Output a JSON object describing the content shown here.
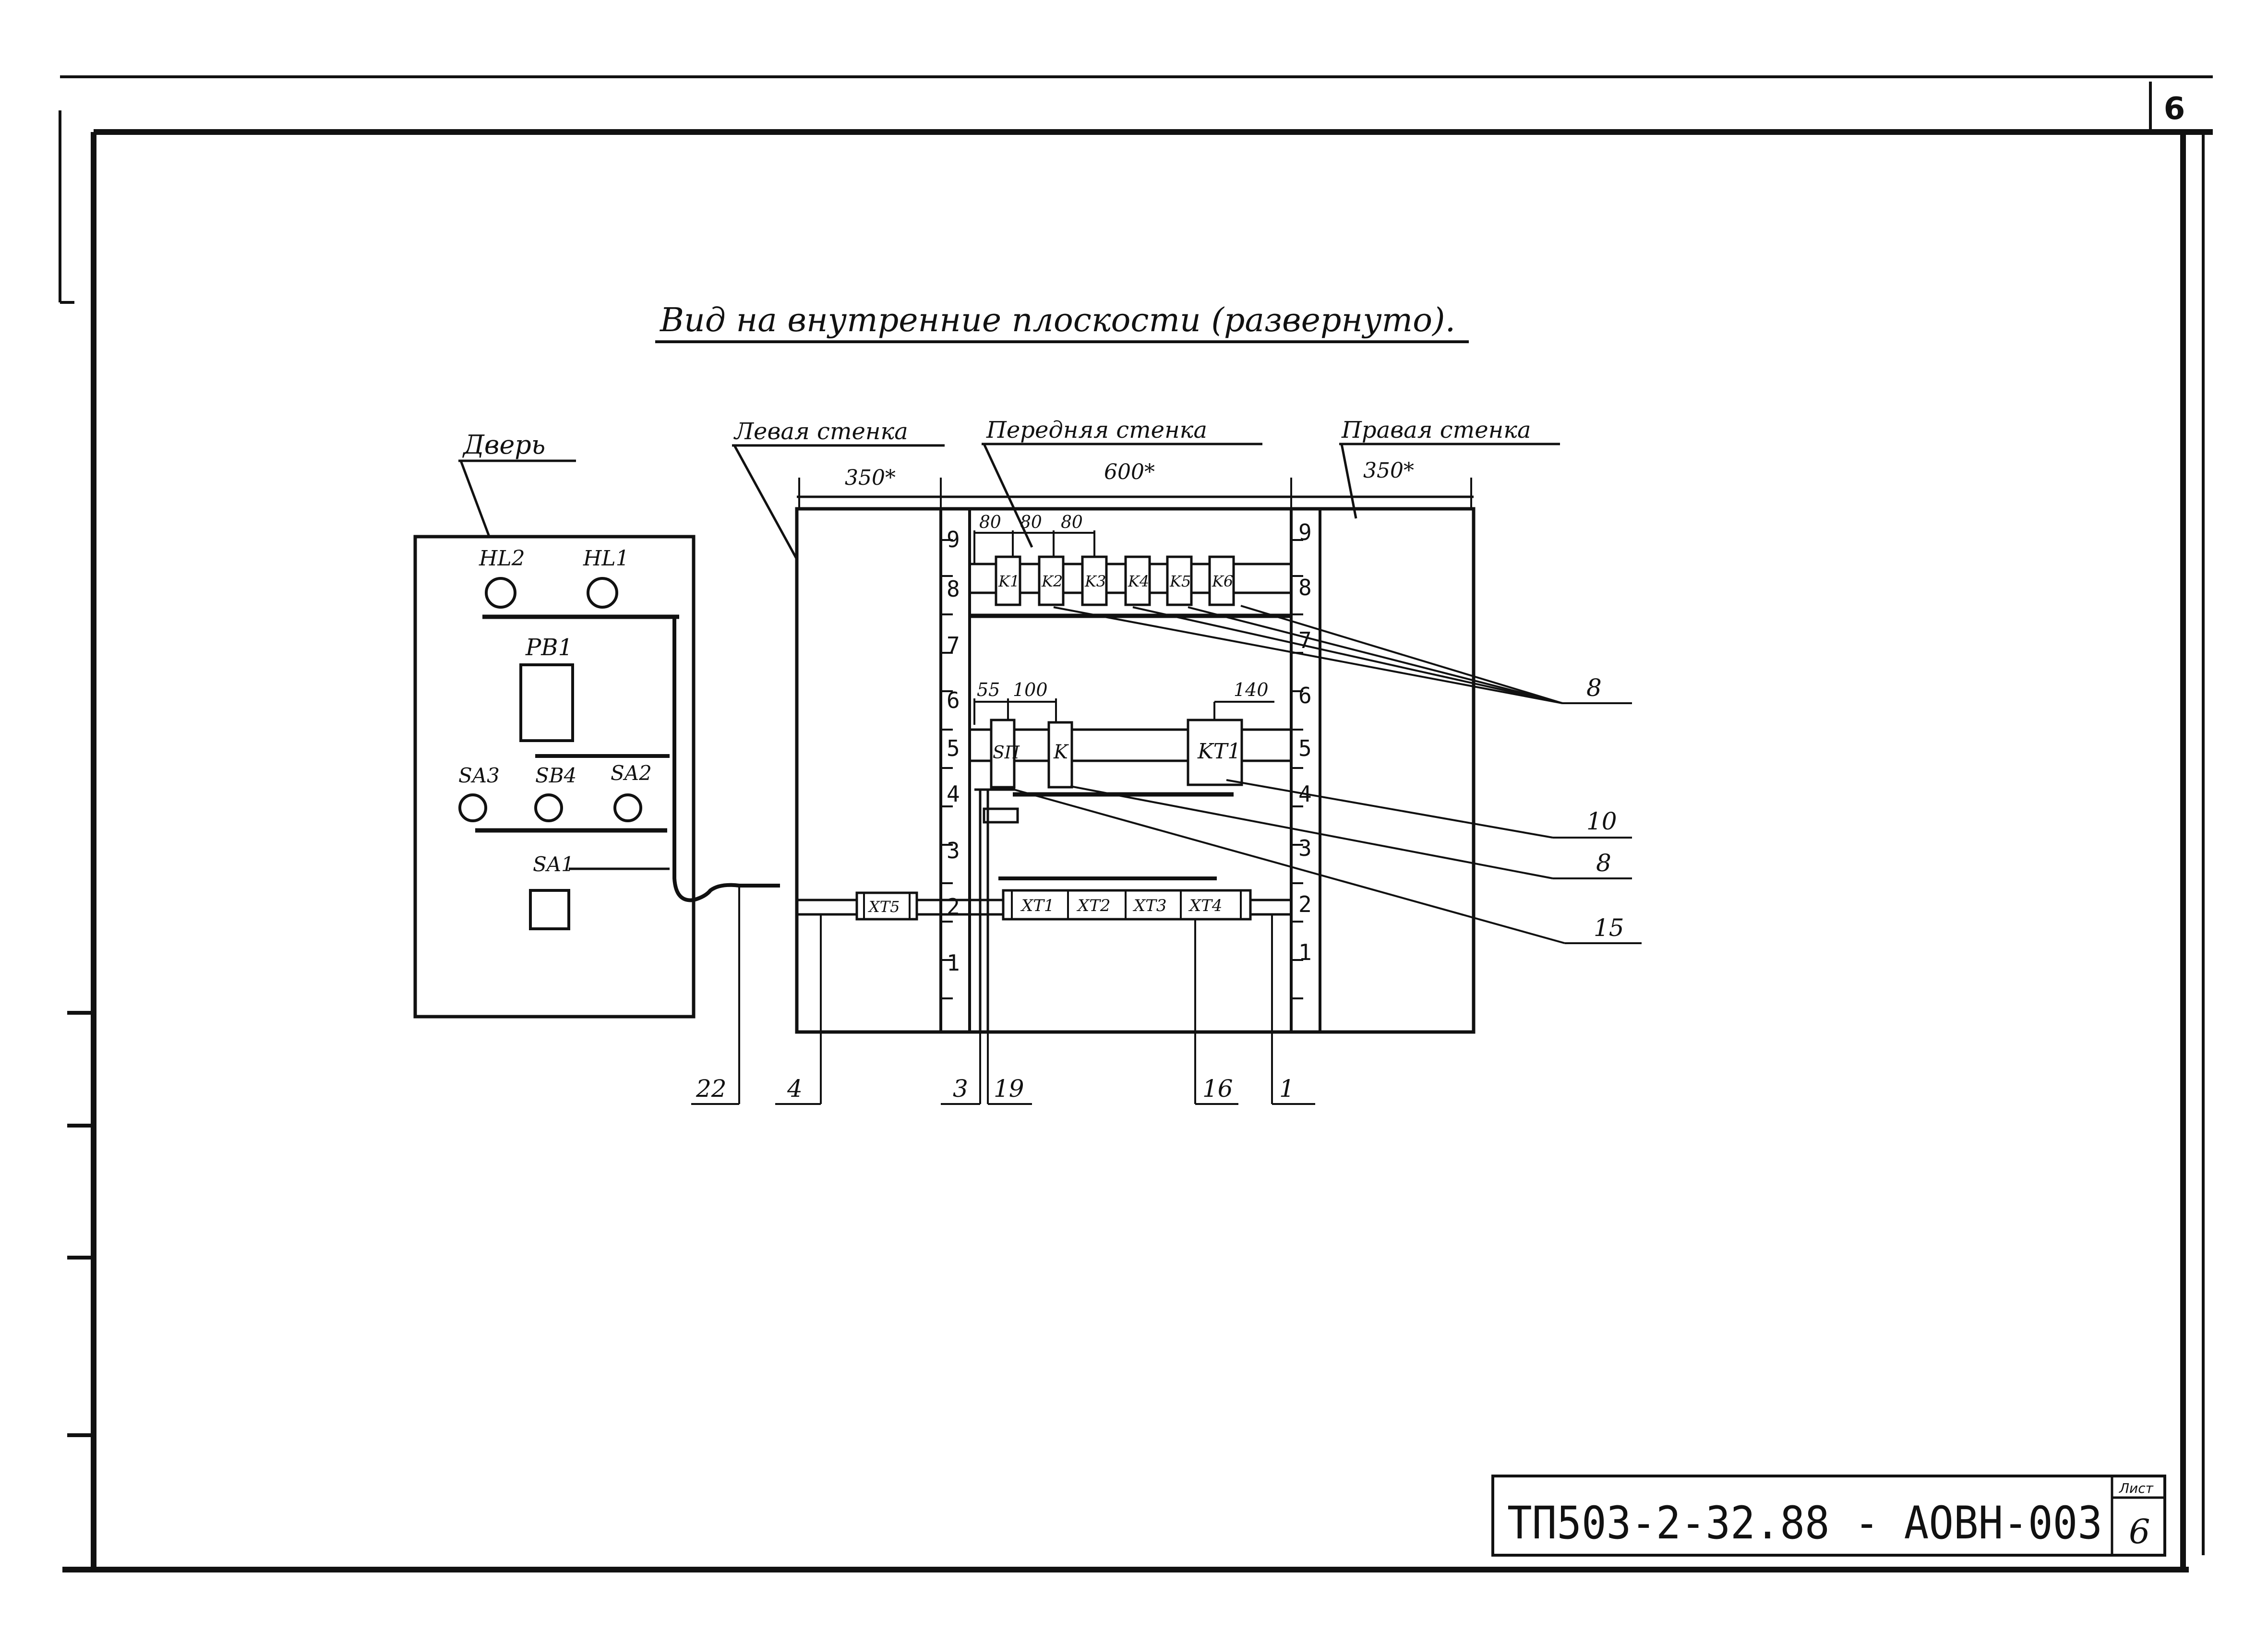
{
  "sheet": {
    "corner_number": "6",
    "title": "Вид на внутренние плоскости (развернуто).",
    "stamp": {
      "doc_code": "ТП503-2-32.88 - АОВН-003",
      "sheet_label": "Лист",
      "sheet_number": "6"
    }
  },
  "door": {
    "label": "Дверь",
    "lamps": [
      "HL2",
      "HL1"
    ],
    "relay": "PB1",
    "switches": [
      "SA3",
      "SB4",
      "SA2"
    ],
    "main_switch": "SA1"
  },
  "walls": {
    "left": {
      "label": "Левая стенка",
      "width": "350*"
    },
    "front": {
      "label": "Передняя стенка",
      "width": "600*"
    },
    "right": {
      "label": "Правая стенка",
      "width": "350*"
    }
  },
  "scale_marks": [
    "1",
    "2",
    "3",
    "4",
    "5",
    "6",
    "7",
    "8",
    "9"
  ],
  "top_rail": {
    "spacings": [
      "80",
      "80",
      "80"
    ],
    "devices": [
      "K1",
      "K2",
      "K3",
      "K4",
      "K5",
      "K6"
    ]
  },
  "middle_rail": {
    "spacings": [
      "55",
      "100",
      "140"
    ],
    "devices": [
      "SП",
      "K",
      "KT1"
    ]
  },
  "terminal_rail": {
    "left_block": "XT5",
    "blocks": [
      "XT1",
      "XT2",
      "XT3",
      "XT4"
    ]
  },
  "callouts_right": [
    "8",
    "10",
    "8",
    "15"
  ],
  "callouts_bottom": [
    "22",
    "4",
    "3",
    "19",
    "16",
    "1"
  ]
}
